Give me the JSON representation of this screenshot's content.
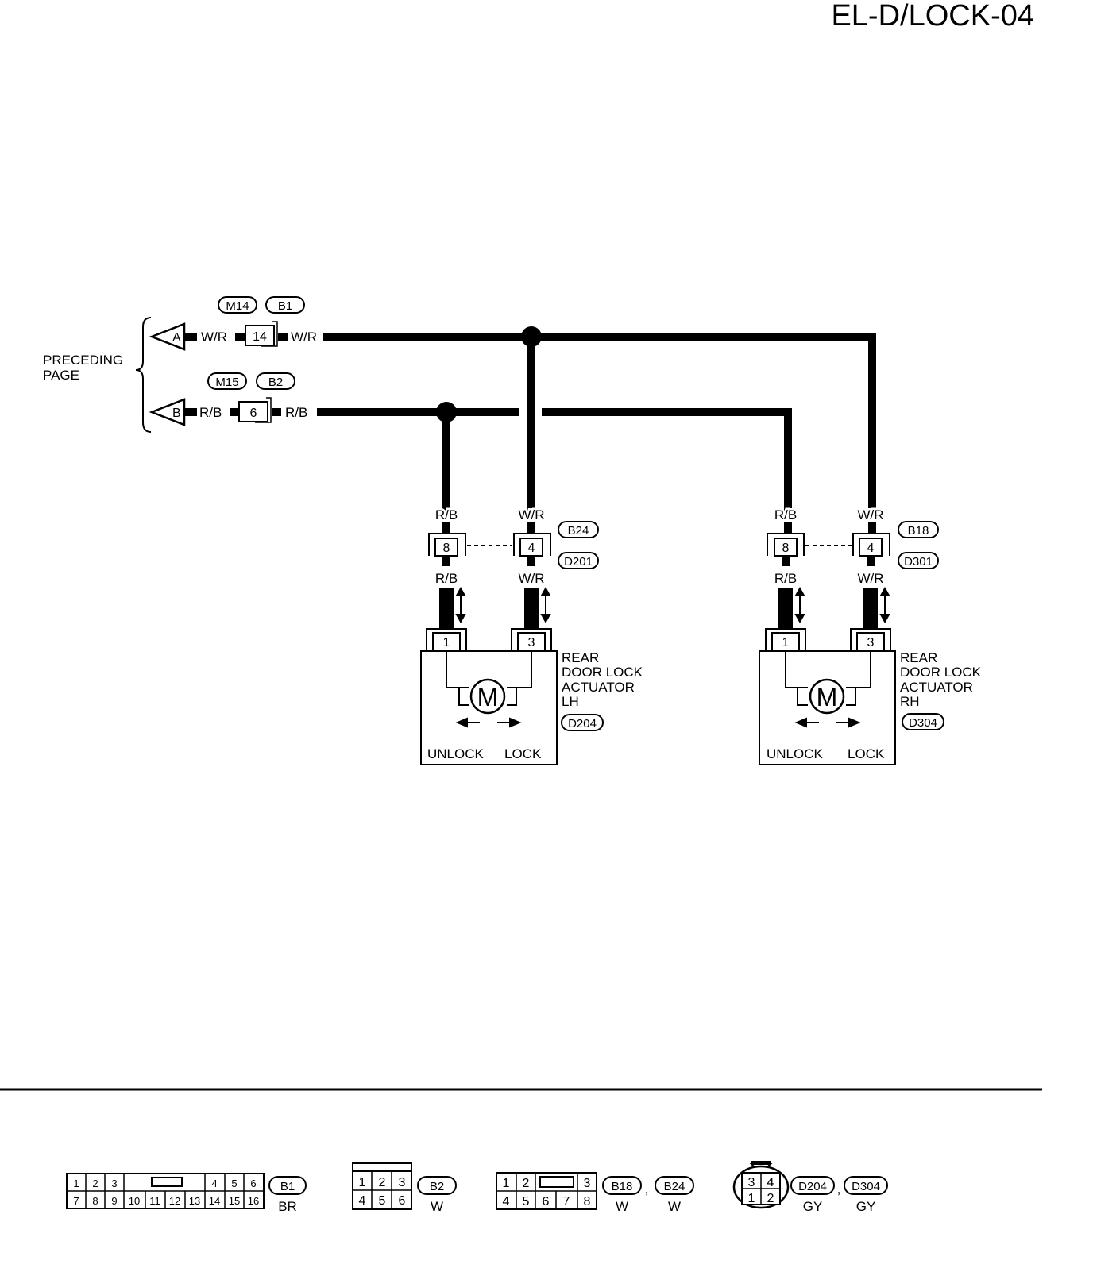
{
  "page_id": "EL-D/LOCK-04",
  "preceding_page_label": [
    "PRECEDING",
    "PAGE"
  ],
  "inputs": [
    {
      "letter": "A",
      "wire_color": "W/R",
      "pin": "14",
      "connectors": [
        "M14",
        "B1"
      ]
    },
    {
      "letter": "B",
      "wire_color": "R/B",
      "pin": "6",
      "connectors": [
        "M15",
        "B2"
      ]
    }
  ],
  "actuators": [
    {
      "name_lines": [
        "REAR",
        "DOOR LOCK",
        "ACTUATOR",
        "LH"
      ],
      "connector_id": "D204",
      "harness_connectors": [
        "B24",
        "D201"
      ],
      "harness_pins": [
        "8",
        "4"
      ],
      "wire_colors": [
        "R/B",
        "W/R"
      ],
      "pins": [
        "1",
        "3"
      ],
      "motor_label": "M",
      "unlock_label": "UNLOCK",
      "lock_label": "LOCK"
    },
    {
      "name_lines": [
        "REAR",
        "DOOR LOCK",
        "ACTUATOR",
        "RH"
      ],
      "connector_id": "D304",
      "harness_connectors": [
        "B18",
        "D301"
      ],
      "harness_pins": [
        "8",
        "4"
      ],
      "wire_colors": [
        "R/B",
        "W/R"
      ],
      "pins": [
        "1",
        "3"
      ],
      "motor_label": "M",
      "unlock_label": "UNLOCK",
      "lock_label": "LOCK"
    }
  ],
  "legend": {
    "b1": {
      "row1": [
        "1",
        "2",
        "3",
        "4",
        "5",
        "6"
      ],
      "row2": [
        "7",
        "8",
        "9",
        "10",
        "11",
        "12",
        "13",
        "14",
        "15",
        "16"
      ],
      "id": "B1",
      "color": "BR"
    },
    "b2": {
      "row1": [
        "1",
        "2",
        "3"
      ],
      "row2": [
        "4",
        "5",
        "6"
      ],
      "id": "B2",
      "color": "W"
    },
    "b18": {
      "row1": [
        "1",
        "2",
        "3"
      ],
      "row2": [
        "4",
        "5",
        "6",
        "7",
        "8"
      ],
      "ids": [
        "B18",
        "B24"
      ],
      "colors": [
        "W",
        "W"
      ],
      "separator": ","
    },
    "d204": {
      "pins": [
        "3",
        "4",
        "1",
        "2"
      ],
      "ids": [
        "D204",
        "D304"
      ],
      "colors": [
        "GY",
        "GY"
      ],
      "separator": ","
    }
  }
}
